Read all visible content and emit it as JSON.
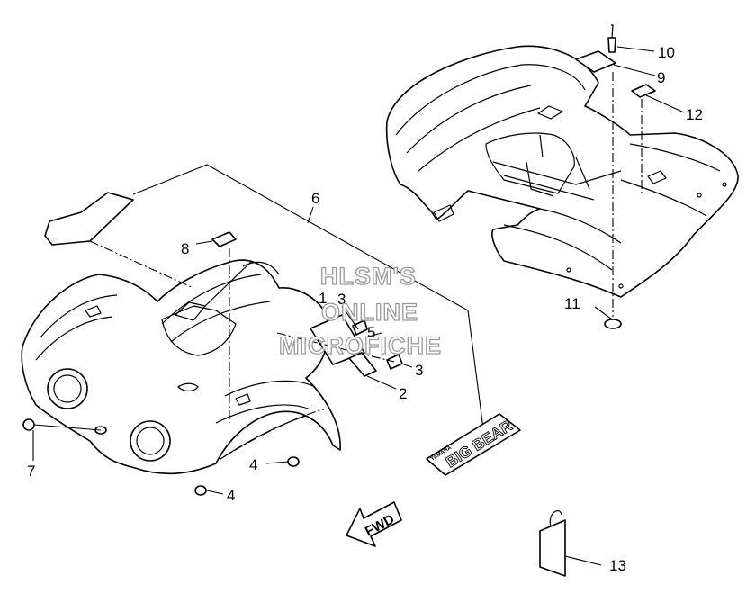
{
  "diagram": {
    "callouts": [
      {
        "id": "c1",
        "label": "1"
      },
      {
        "id": "c2",
        "label": "2"
      },
      {
        "id": "c3a",
        "label": "3"
      },
      {
        "id": "c3b",
        "label": "3"
      },
      {
        "id": "c4a",
        "label": "4"
      },
      {
        "id": "c4b",
        "label": "4"
      },
      {
        "id": "c5",
        "label": "5"
      },
      {
        "id": "c6",
        "label": "6"
      },
      {
        "id": "c7",
        "label": "7"
      },
      {
        "id": "c8",
        "label": "8"
      },
      {
        "id": "c9",
        "label": "9"
      },
      {
        "id": "c10",
        "label": "10"
      },
      {
        "id": "c11",
        "label": "11"
      },
      {
        "id": "c12",
        "label": "12"
      },
      {
        "id": "c13",
        "label": "13"
      }
    ],
    "watermark": {
      "line1": "HLSM'S",
      "line2": "ONLINE",
      "line3": "MICROFICHE"
    },
    "decal": {
      "brand": "BIG BEAR",
      "tag": "YAMAHA"
    },
    "fwd_arrow": {
      "label": "FWD"
    }
  }
}
